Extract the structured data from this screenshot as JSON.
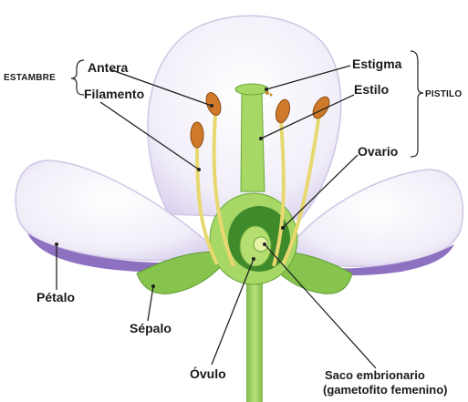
{
  "groups": {
    "stamen": "ESTAMBRE",
    "pistil": "PISTILO"
  },
  "labels": {
    "anther": "Antera",
    "filament": "Filamento",
    "stigma": "Estigma",
    "style": "Estilo",
    "ovary": "Ovario",
    "petal": "Pétalo",
    "sepal": "Sépalo",
    "ovule": "Óvulo",
    "embryo_sac_line1": "Saco embrionario",
    "embryo_sac_line2": "(gametofito femenino)"
  },
  "colors": {
    "petal_fill": "#f4f1f9",
    "petal_rim": "#8e70c0",
    "pistil_green": "#9fd25e",
    "pistil_dark": "#3f8a2a",
    "sepal_green": "#86c44e",
    "filament_yellow": "#e8d870",
    "anther_orange": "#cf7a2a",
    "leader_line": "#222222"
  }
}
